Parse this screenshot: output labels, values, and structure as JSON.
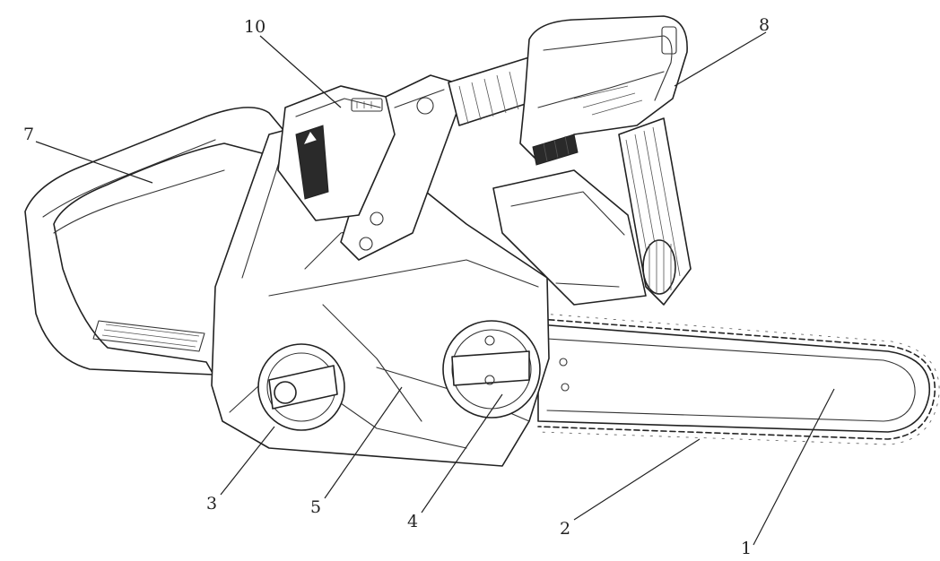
{
  "diagram": {
    "parts": [
      {
        "id": "1",
        "label": "1"
      },
      {
        "id": "2",
        "label": "2"
      },
      {
        "id": "3",
        "label": "3"
      },
      {
        "id": "4",
        "label": "4"
      },
      {
        "id": "5",
        "label": "5"
      },
      {
        "id": "7",
        "label": "7"
      },
      {
        "id": "8",
        "label": "8"
      },
      {
        "id": "10",
        "label": "10"
      }
    ]
  },
  "colors": {
    "line": "#222222",
    "background": "#ffffff"
  }
}
